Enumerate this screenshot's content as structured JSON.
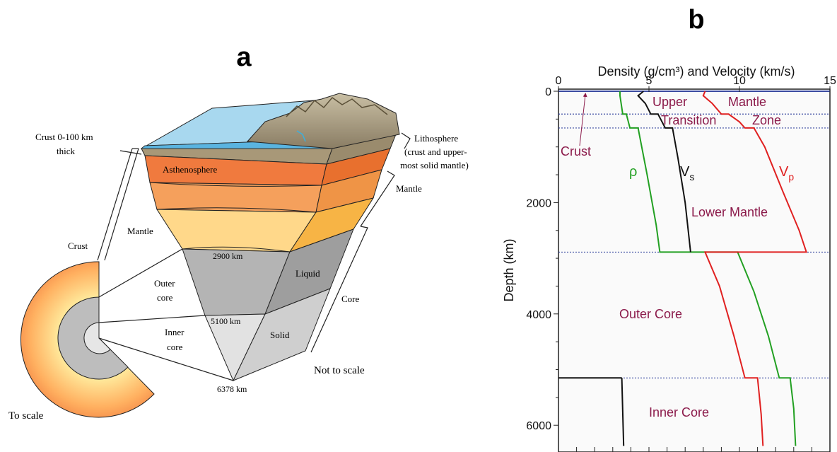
{
  "panel_a": {
    "letter": "a",
    "labels": {
      "crust_thick_1": "Crust 0-100 km",
      "crust_thick_2": "thick",
      "lithosphere_1": "Lithosphere",
      "lithosphere_2": "(crust and upper-",
      "lithosphere_3": "most solid mantle)",
      "asthenosphere": "Asthenosphere",
      "mantle_right": "Mantle",
      "mantle_left": "Mantle",
      "crust_left": "Crust",
      "depth_2900": "2900 km",
      "liquid": "Liquid",
      "outer_core_1": "Outer",
      "outer_core_2": "core",
      "core": "Core",
      "depth_5100": "5100 km",
      "inner_core_1": "Inner",
      "inner_core_2": "core",
      "solid": "Solid",
      "not_to_scale": "Not to scale",
      "depth_6378": "6378 km",
      "to_scale": "To scale"
    }
  },
  "panel_b": {
    "letter": "b",
    "labels": {
      "upper": "Upper",
      "mantle": "Mantle",
      "transition": "Transition",
      "zone": "Zone",
      "crust": "Crust",
      "rho": "ρ",
      "vs_main": "V",
      "vs_sub": "s",
      "vp_main": "V",
      "vp_sub": "p",
      "lower_mantle": "Lower Mantle",
      "outer_core": "Outer Core",
      "inner_core": "Inner Core"
    },
    "colors": {
      "rho": "#22a022",
      "vs": "#111111",
      "vp": "#e02020",
      "label": "#8b1a4a",
      "boundary": "#3a4aa0"
    }
  },
  "chart_data": {
    "type": "line",
    "title": "Density (g/cm³) and Velocity (km/s)",
    "xlabel": "Density (g/cm³) and Velocity (km/s)",
    "ylabel": "Depth (km)",
    "xlim": [
      0,
      15
    ],
    "ylim": [
      0,
      6371
    ],
    "x_ticks": [
      0,
      5,
      10,
      15
    ],
    "y_ticks": [
      0,
      2000,
      4000,
      6000
    ],
    "boundaries": [
      410,
      660,
      2890,
      5150
    ],
    "series": [
      {
        "name": "ρ",
        "color": "#22a022",
        "points": [
          [
            3.4,
            0
          ],
          [
            3.4,
            80
          ],
          [
            3.55,
            410
          ],
          [
            3.75,
            410
          ],
          [
            3.95,
            660
          ],
          [
            4.4,
            660
          ],
          [
            4.9,
            1500
          ],
          [
            5.4,
            2400
          ],
          [
            5.6,
            2890
          ],
          [
            9.9,
            2890
          ],
          [
            10.8,
            3600
          ],
          [
            11.6,
            4400
          ],
          [
            12.2,
            5150
          ],
          [
            12.8,
            5150
          ],
          [
            13.0,
            5700
          ],
          [
            13.1,
            6371
          ]
        ]
      },
      {
        "name": "Vs",
        "color": "#111111",
        "points": [
          [
            4.7,
            0
          ],
          [
            4.4,
            80
          ],
          [
            4.8,
            220
          ],
          [
            5.1,
            410
          ],
          [
            5.5,
            410
          ],
          [
            5.9,
            660
          ],
          [
            6.3,
            660
          ],
          [
            6.6,
            1200
          ],
          [
            7.0,
            2000
          ],
          [
            7.3,
            2890
          ],
          [
            0.0,
            2890
          ],
          [
            0.0,
            5150
          ],
          [
            3.5,
            5150
          ],
          [
            3.6,
            6371
          ]
        ]
      },
      {
        "name": "Vp",
        "color": "#e02020",
        "points": [
          [
            8.1,
            0
          ],
          [
            8.0,
            80
          ],
          [
            8.5,
            220
          ],
          [
            9.0,
            410
          ],
          [
            9.4,
            410
          ],
          [
            10.0,
            550
          ],
          [
            10.3,
            660
          ],
          [
            10.8,
            660
          ],
          [
            11.4,
            1000
          ],
          [
            12.4,
            1800
          ],
          [
            13.3,
            2500
          ],
          [
            13.7,
            2890
          ],
          [
            8.1,
            2890
          ],
          [
            8.9,
            3500
          ],
          [
            9.7,
            4400
          ],
          [
            10.3,
            5150
          ],
          [
            11.0,
            5150
          ],
          [
            11.2,
            5800
          ],
          [
            11.3,
            6371
          ]
        ]
      }
    ]
  }
}
